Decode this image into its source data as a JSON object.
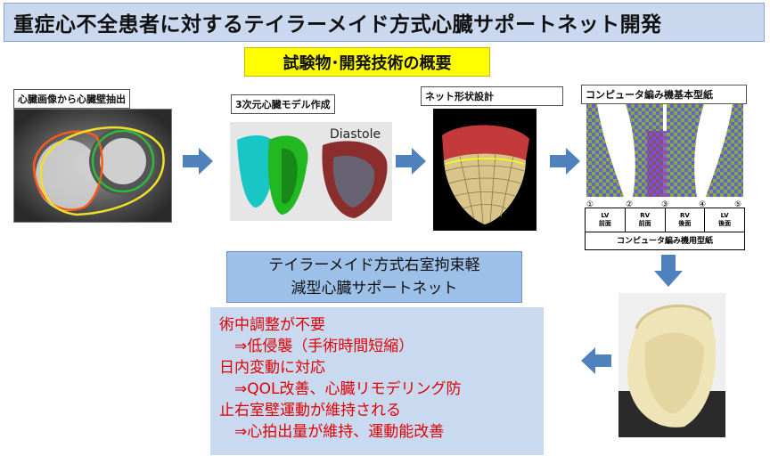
{
  "title": "重症心不全患者に対するテイラーメイド方式心臓サポートネット開発",
  "subtitle": "試験物･開発技術の概要",
  "steps": [
    {
      "label": "心臓画像から心臓壁抽出"
    },
    {
      "label": "3次元心臓モデル作成",
      "image_text": "Diastole"
    },
    {
      "label": "ネット形状設計"
    },
    {
      "label": "コンピュータ編み機基本型紙"
    }
  ],
  "knit_table": {
    "markers": [
      "①",
      "②",
      "③",
      "④",
      "⑤"
    ],
    "columns": [
      {
        "top": "LV",
        "bottom": "前面"
      },
      {
        "top": "RV",
        "bottom": "前面"
      },
      {
        "top": "RV",
        "bottom": "後面"
      },
      {
        "top": "LV",
        "bottom": "後面"
      }
    ],
    "footer": "コンピュータ編み機用型紙"
  },
  "product_name": {
    "line1": "テイラーメイド方式右室拘束軽",
    "line2": "減型心臓サポートネット"
  },
  "benefits": [
    "術中調整が不要",
    "　⇒低侵襲（手術時間短縮）",
    "日内変動に対応",
    "　⇒QOL改善、心臓リモデリング防",
    "止右室壁運動が維持される",
    "　⇒心拍出量が維持、運動能改善"
  ],
  "colors": {
    "title_bg": "#c9d7ef",
    "subtitle_bg": "#ffff00",
    "arrow": "#4f81bd",
    "name_box_bg": "#9dc0e8",
    "benefits_bg": "#c8d9f0",
    "benefits_text": "#e00000"
  }
}
